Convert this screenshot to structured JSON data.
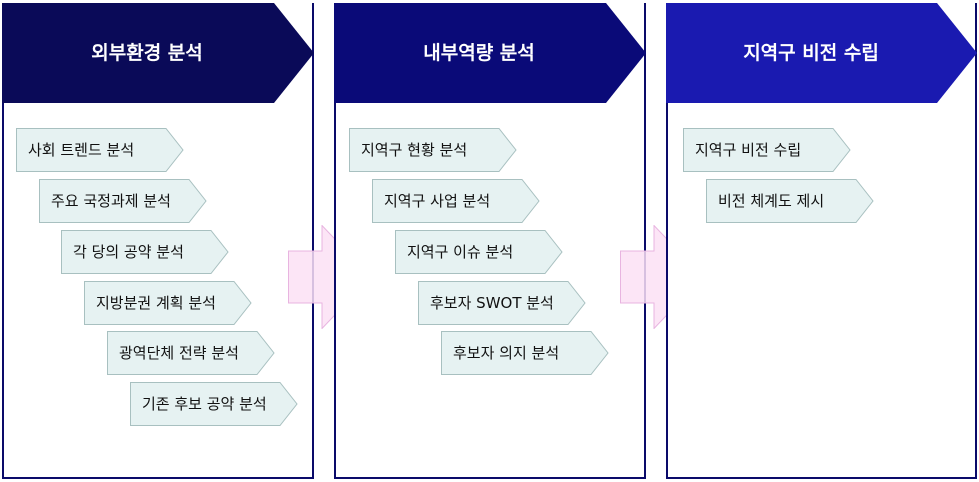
{
  "colors": {
    "header_1": "#0a0a58",
    "header_2": "#0a0a78",
    "header_3": "#1a1ab0",
    "panel_border": "#0a0a6a",
    "item_fill": "#e6f2f2",
    "item_border": "#a8c0c0",
    "arrow_fill": "#fbe1f5",
    "arrow_border": "#e8b4e0"
  },
  "panels": [
    {
      "title": "외부환경 분석",
      "items": [
        "사회 트렌드 분석",
        "주요 국정과제 분석",
        "각 당의 공약 분석",
        "지방분권 계획 분석",
        "광역단체 전략 분석",
        "기존 후보 공약 분석"
      ]
    },
    {
      "title": "내부역량 분석",
      "items": [
        "지역구 현황 분석",
        "지역구 사업 분석",
        "지역구 이슈 분석",
        "후보자 SWOT 분석",
        "후보자 의지 분석"
      ]
    },
    {
      "title": "지역구 비전 수립",
      "items": [
        "지역구 비전 수립",
        "비전 체계도 제시"
      ]
    }
  ]
}
